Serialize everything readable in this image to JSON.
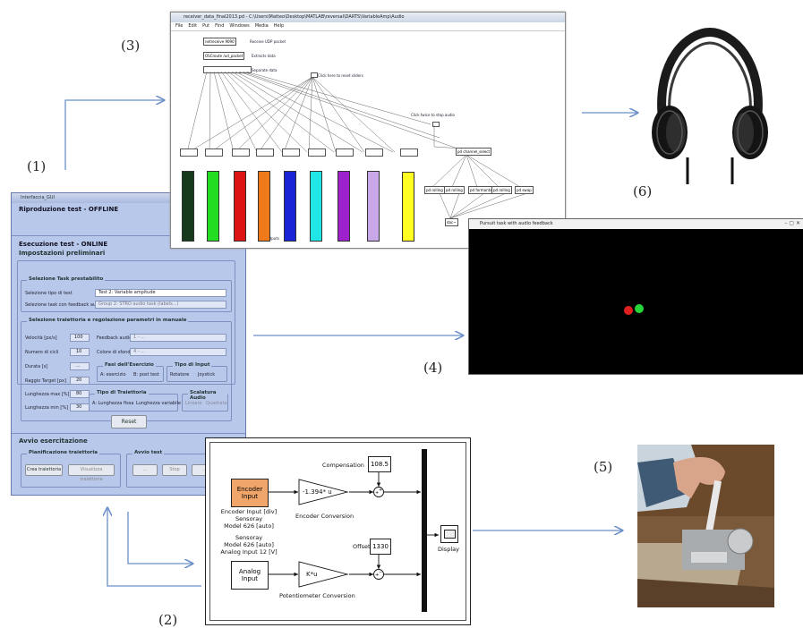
{
  "labels": {
    "n1": "(1)",
    "n2": "(2)",
    "n3": "(3)",
    "n4": "(4)",
    "n5": "(5)",
    "n6": "(6)"
  },
  "gui": {
    "title": "Interfaccia_GUI",
    "offline_title": "Riproduzione test - OFFLINE",
    "online_title": "Esecuzione test - ONLINE",
    "preliminari": "Impostazioni preliminari",
    "task_group": "Selezione Task prestabilito",
    "task_label": "Selezione tipo di test",
    "task_value": "Test 2: Variable ampitude",
    "feedback_label": "Selezione task con feedback audio",
    "feedback_value": "Group 2: STRO audio task (labels...)",
    "traj_group": "Selezione traiettoria e regolazione parametri in manuale",
    "velocita": "Velocità [px/s]",
    "velocita_val": "100",
    "numero": "Numero di cicli",
    "numero_val": "10",
    "durata": "Durata [s]",
    "durata_val": "...",
    "raggio": "Raggio Target [px]",
    "raggio_val": "20",
    "lmax": "Lunghezza max [%]",
    "lmax_val": "80",
    "lmin": "Lunghezza min [%]",
    "lmin_val": "30",
    "feedback_audio": "Feedback audio",
    "feedback_audio_val": "1 - ...",
    "colore": "Colore di sfondo",
    "colore_val": "4 - ...",
    "fasi": "Fasi dell'Esercizio",
    "fasi_a": "A: esercizio",
    "fasi_b": "B: post test",
    "tipo_input": "Tipo di Input",
    "tipo_a": "Rotatore",
    "tipo_b": "Joystick",
    "tipo_traj": "Tipo di Traiettoria",
    "traj_a": "A: Lunghezza fissa",
    "traj_b": "Lunghezza variabile",
    "scalatura": "Scalatura Audio",
    "scal_a": "Lineare",
    "scal_b": "Quadrata",
    "reset": "Reset",
    "avvio": "Avvio esercitazione",
    "pianif": "Pianificazione traiettoria",
    "crea": "Crea traiettoria",
    "visual": "Visualizza traiettoria",
    "avvio_test": "Avvio test",
    "b1": "...",
    "b2": "Stop",
    "b3": "..."
  },
  "pd": {
    "title": "receiver_data_final2013.pd - C:\\Users\\Matteo\\Desktop\\MATLAB\\reversal\\DARTS\\VariableAmp\\Audio",
    "menu": [
      "File",
      "Edit",
      "Put",
      "Find",
      "Windows",
      "Media",
      "Help"
    ],
    "udp": "netreceive 9090",
    "udp_note": "Receive UDP packet",
    "unpack": "OSCroute /ud_packet",
    "unpack_note": "Extracts data",
    "separate_note": "Separate data",
    "reset_note": "Click here to reset sliders",
    "stop_note": "Click twice to stop audio",
    "select": "pd channel_select",
    "outlet": "Outputs",
    "bars": [
      "#17391c",
      "#22dd22",
      "#dd1414",
      "#f07a1a",
      "#1a23d6",
      "#20e6e6",
      "#9c20cc",
      "#c8a8e8",
      "#ffff22"
    ],
    "subs": [
      "pd rolling",
      "pd rolling",
      "pd formants",
      "pd rolling",
      "pd swap"
    ],
    "dac": "dac~"
  },
  "vis": {
    "title": "Pursuit task with audio feedback",
    "red": "#e02020",
    "green": "#25d53a"
  },
  "sim": {
    "encoder_block": "Encoder Input",
    "encoder_caption": [
      "Encoder Input [div]",
      "Sensoray",
      "Model 626 [auto]"
    ],
    "gain1": "-1.394* u",
    "gain1_caption": "Encoder Conversion",
    "compensation": "Compensation",
    "comp_val": "108.5",
    "analog_caption": [
      "Sensoray",
      "Model 626 [auto]",
      "Analog Input 12 [V]"
    ],
    "analog_block": "Analog Input",
    "gain2": "K*u",
    "gain2_caption": "Potentiometer Conversion",
    "offset": "Offset",
    "offset_val": "1330",
    "display": "Display"
  },
  "colors": {
    "arrow": "#6b8fc9",
    "gui_bg": "#b8c8ea",
    "encoder": "#f0a56a"
  }
}
